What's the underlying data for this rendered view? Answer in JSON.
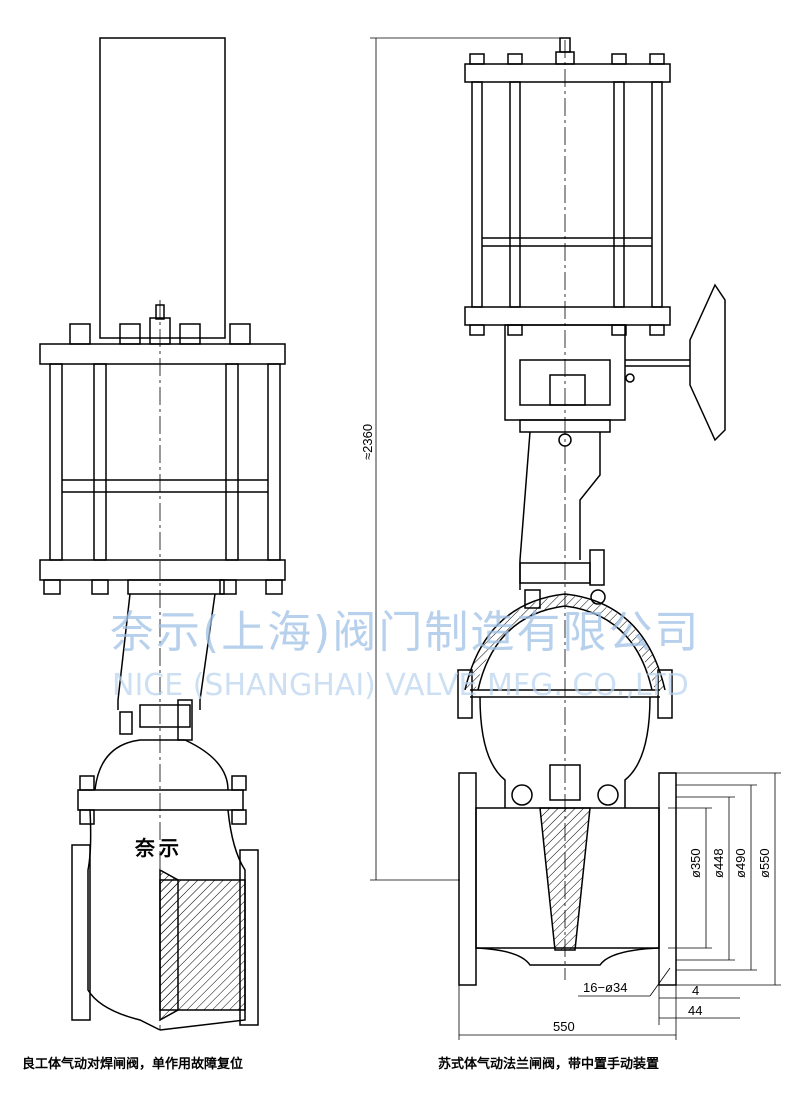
{
  "watermark": {
    "company_cn": "奈示(上海)阀门制造有限公司",
    "company_en": "NICE (SHANGHAI) VALVE MFG. CO.,LTD",
    "brand_mark": "奈示"
  },
  "captions": {
    "left": "良工体气动对焊闸阀，单作用故障复位",
    "right": "苏式体气动法兰闸阀，带中置手动装置"
  },
  "dimensions": {
    "overall_height": "≈2360",
    "d_bore": "ø350",
    "d_raised_face": "ø448",
    "d_bolt_circle": "ø490",
    "d_flange": "ø550",
    "face_to_face": "550",
    "bolt_holes": "16−ø34",
    "raised_face_height": "4",
    "flange_thickness": "44"
  },
  "colors": {
    "line": "#000000",
    "section_hatch": "#000000",
    "watermark": "#9fc1e6"
  }
}
